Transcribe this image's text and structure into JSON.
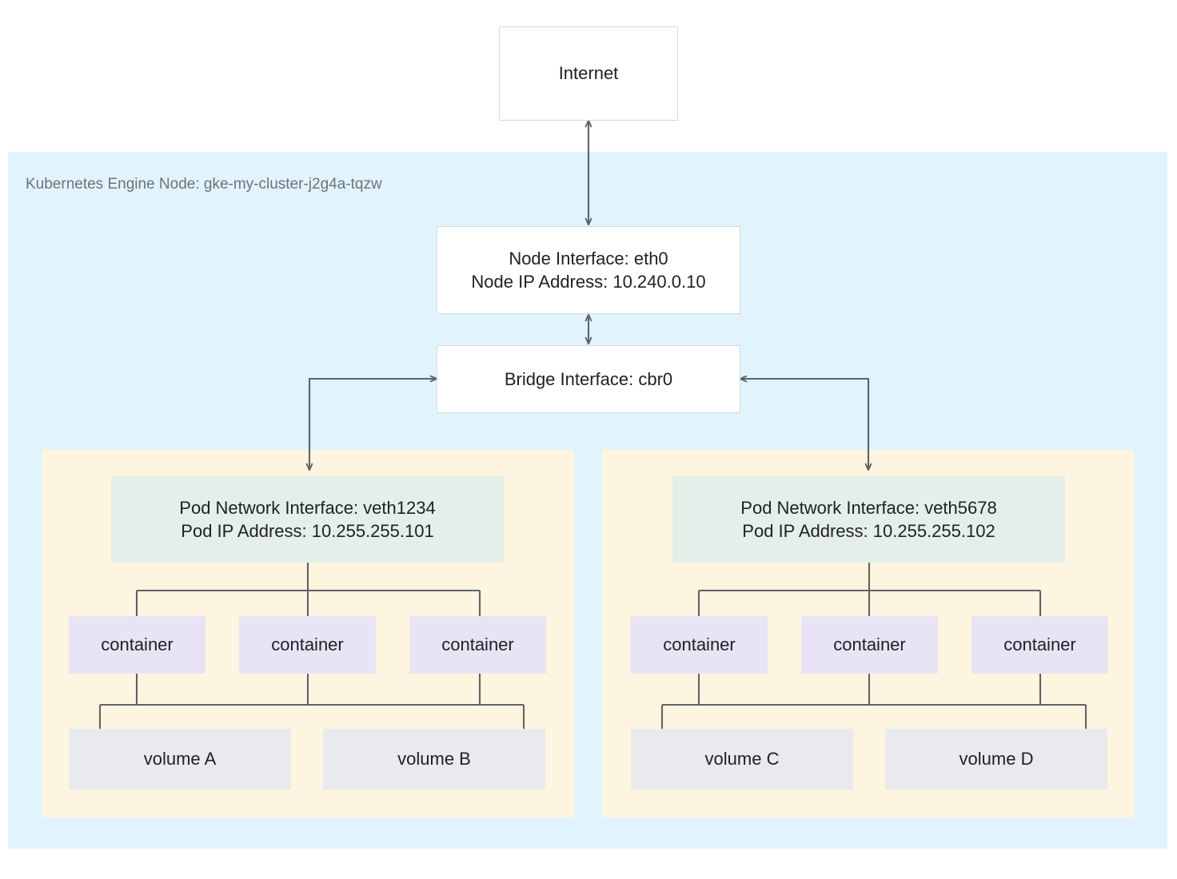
{
  "diagram": {
    "title_label": "Kubernetes Engine Node: gke-my-cluster-j2g4a-tqzw",
    "internet": {
      "label": "Internet"
    },
    "node_interface": {
      "line1": "Node Interface: eth0",
      "line2": "Node IP Address: 10.240.0.10"
    },
    "bridge_interface": {
      "label": "Bridge Interface: cbr0"
    },
    "pods": [
      {
        "iface_line1": "Pod Network Interface: veth1234",
        "iface_line2": "Pod IP Address: 10.255.255.101",
        "containers": [
          {
            "label": "container"
          },
          {
            "label": "container"
          },
          {
            "label": "container"
          }
        ],
        "volumes": [
          {
            "label": "volume A"
          },
          {
            "label": "volume B"
          }
        ]
      },
      {
        "iface_line1": "Pod Network Interface: veth5678",
        "iface_line2": "Pod IP Address: 10.255.255.102",
        "containers": [
          {
            "label": "container"
          },
          {
            "label": "container"
          },
          {
            "label": "container"
          }
        ],
        "volumes": [
          {
            "label": "volume C"
          },
          {
            "label": "volume D"
          }
        ]
      }
    ],
    "colors": {
      "node_region": "#e1f4fe",
      "pod_panel": "#fdf5e0",
      "pod_interface": "#e3efe8",
      "container": "#e9e4f5",
      "volume": "#e8eaed",
      "box_border": "#d8d8d8",
      "connector": "#5f6368",
      "text": "#202124",
      "label_text": "#6f7276"
    }
  }
}
